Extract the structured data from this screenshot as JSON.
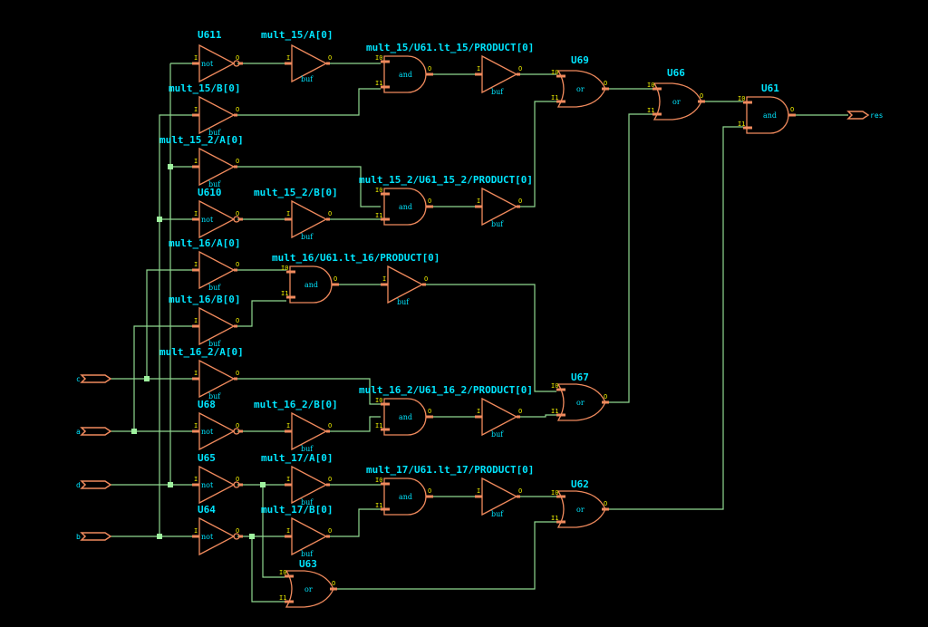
{
  "gates": {
    "u11": {
      "name": "U611",
      "type": "not"
    },
    "b_m15A": {
      "name": "mult_15/A[0]",
      "type": "buf"
    },
    "and15": {
      "name": "mult_15/U61.lt_15/PRODUCT[0]",
      "type": "and"
    },
    "buf15": {
      "type": "buf"
    },
    "u9": {
      "name": "U69",
      "type": "or"
    },
    "u6": {
      "name": "U66",
      "type": "or"
    },
    "u1": {
      "name": "U61",
      "type": "and"
    },
    "b_m15B": {
      "name": "mult_15/B[0]",
      "type": "buf"
    },
    "b_m152A": {
      "name": "mult_15_2/A[0]",
      "type": "buf"
    },
    "u10": {
      "name": "U610",
      "type": "not"
    },
    "b_m152B": {
      "name": "mult_15_2/B[0]",
      "type": "buf"
    },
    "and152": {
      "name": "mult_15_2/U61_15_2/PRODUCT[0]",
      "type": "and"
    },
    "buf152": {
      "type": "buf"
    },
    "b_m16A": {
      "name": "mult_16/A[0]",
      "type": "buf"
    },
    "and16": {
      "name": "mult_16/U61.lt_16/PRODUCT[0]",
      "type": "and"
    },
    "buf16": {
      "type": "buf"
    },
    "b_m16B": {
      "name": "mult_16/B[0]",
      "type": "buf"
    },
    "b_m162A": {
      "name": "mult_16_2/A[0]",
      "type": "buf"
    },
    "u8": {
      "name": "U68",
      "type": "not"
    },
    "b_m162B": {
      "name": "mult_16_2/B[0]",
      "type": "buf"
    },
    "and162": {
      "name": "mult_16_2/U61_16_2/PRODUCT[0]",
      "type": "and"
    },
    "buf162": {
      "type": "buf"
    },
    "u7": {
      "name": "U67",
      "type": "or"
    },
    "u5": {
      "name": "U65",
      "type": "not"
    },
    "b_m17A": {
      "name": "mult_17/A[0]",
      "type": "buf"
    },
    "and17": {
      "name": "mult_17/U61.lt_17/PRODUCT[0]",
      "type": "and"
    },
    "buf17": {
      "type": "buf"
    },
    "u2": {
      "name": "U62",
      "type": "or"
    },
    "u4": {
      "name": "U64",
      "type": "not"
    },
    "b_m17B": {
      "name": "mult_17/B[0]",
      "type": "buf"
    },
    "u3": {
      "name": "U63",
      "type": "or"
    }
  },
  "ports": {
    "in_c": "c",
    "in_a": "a",
    "in_d": "d",
    "in_b": "b",
    "out_res": "res"
  },
  "pins": {
    "i": "I",
    "o": "O",
    "i0": "I0",
    "i1": "I1"
  }
}
